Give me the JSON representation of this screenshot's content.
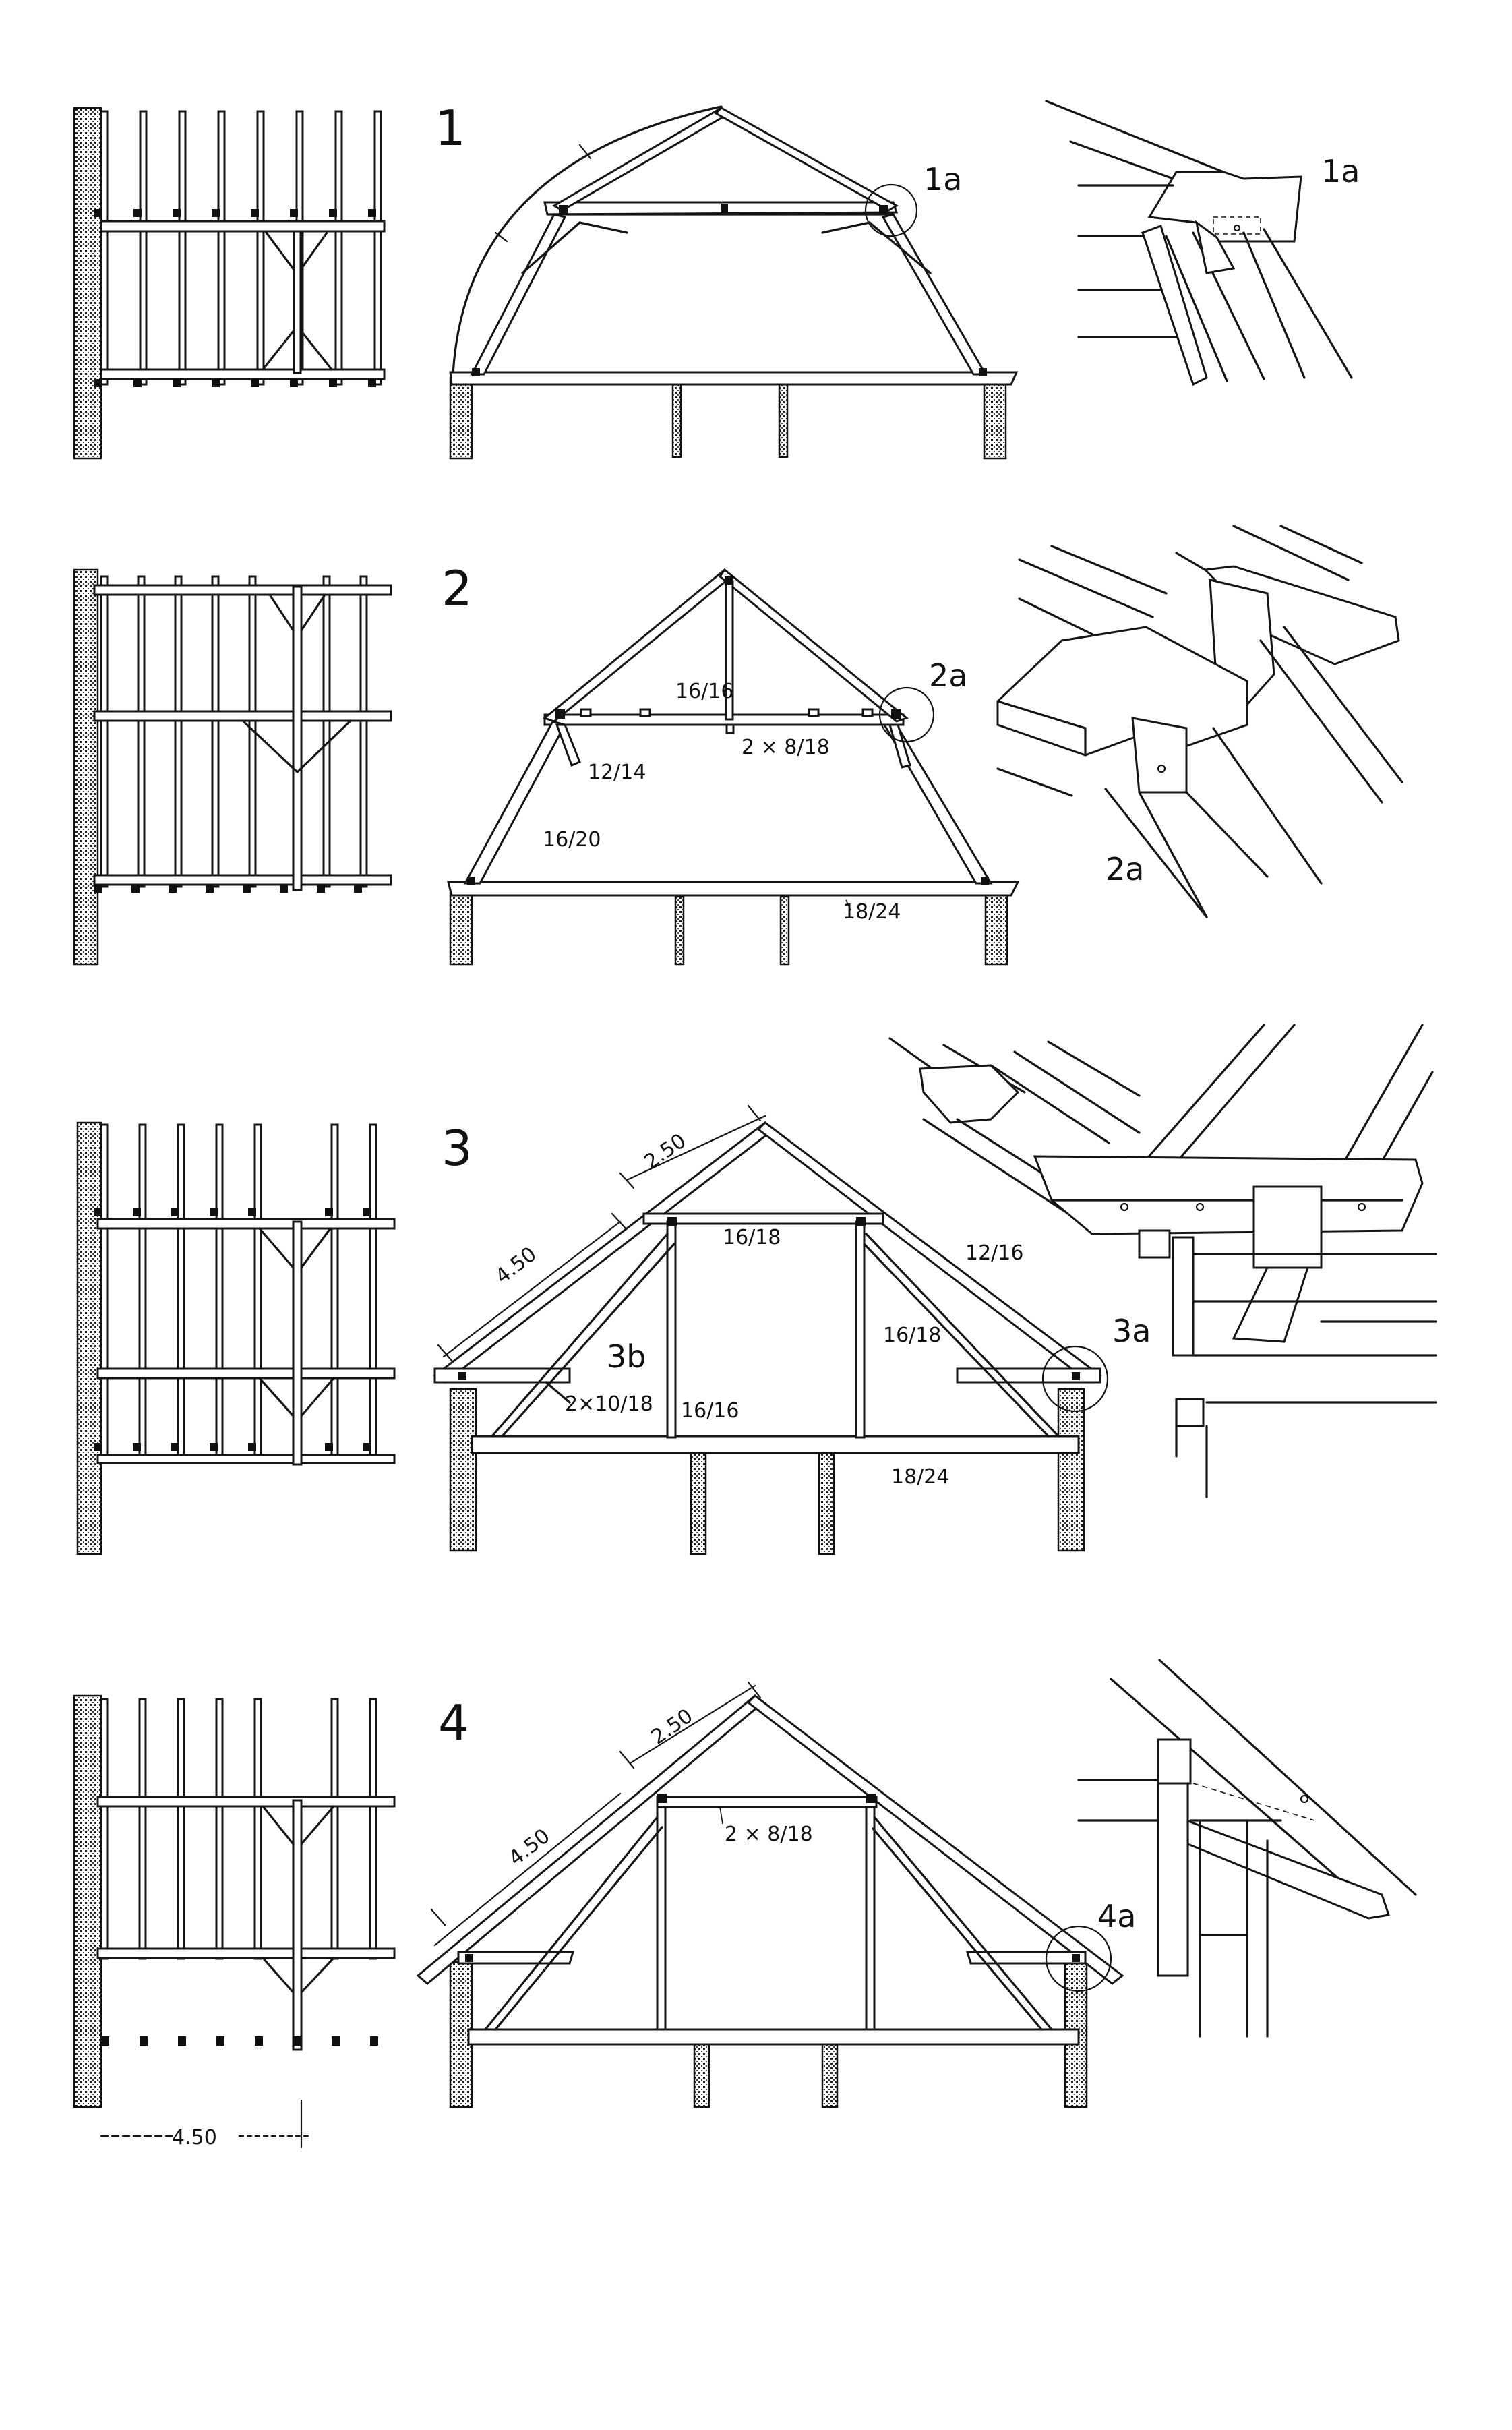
{
  "figures": [
    {
      "number": "1",
      "detail_label": "1a",
      "detail_caption": "1a",
      "members": []
    },
    {
      "number": "2",
      "detail_label": "2a",
      "detail_caption": "2a",
      "members": [
        "16/16",
        "2 × 8/18",
        "12/14",
        "16/20",
        "18/24"
      ]
    },
    {
      "number": "3",
      "detail_label": "3a",
      "inner_label": "3b",
      "spans": [
        "2.50",
        "4.50"
      ],
      "members": [
        "16/18",
        "12/16",
        "16/18",
        "2×10/18",
        "16/16",
        "18/24"
      ]
    },
    {
      "number": "4",
      "detail_label": "4a",
      "spans": [
        "2.50",
        "4.50"
      ],
      "members": [
        "2 × 8/18"
      ],
      "plan_dimension": "4.50"
    }
  ]
}
